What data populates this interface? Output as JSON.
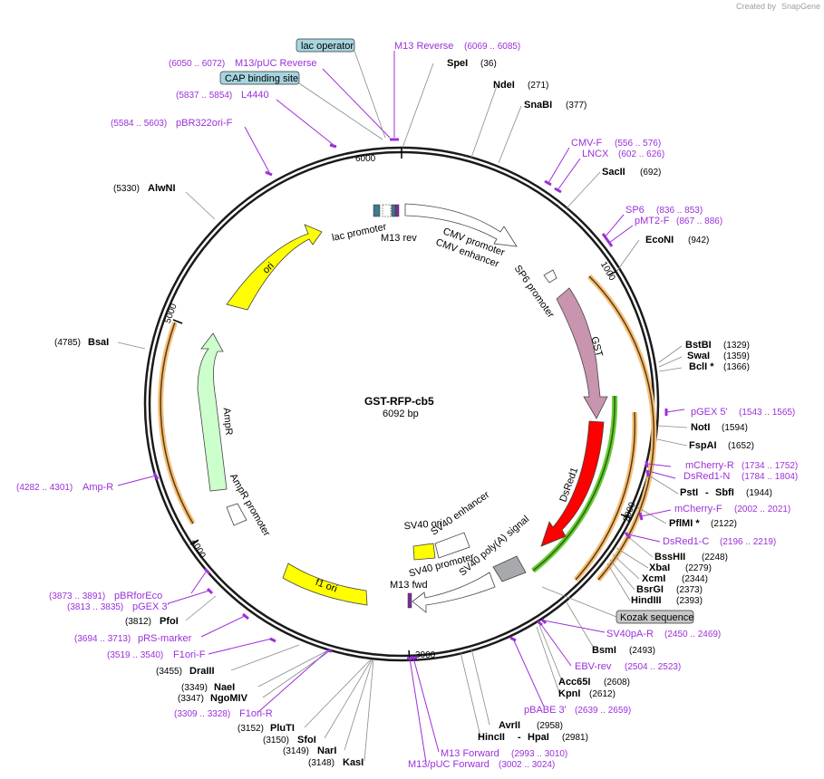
{
  "header": {
    "credit_prefix": "Created by",
    "credit_brand": "SnapGene"
  },
  "plasmid": {
    "name": "GST-RFP-cb5",
    "length": "6092 bp"
  },
  "ticks": [
    "1000",
    "2000",
    "3000",
    "4000",
    "5000",
    "6000"
  ],
  "features": {
    "ori": "ori",
    "ampr": "AmpR",
    "ampr_promoter": "AmpR promoter",
    "f1_ori": "f1 ori",
    "gst": "GST",
    "dsred1": "DsRed1",
    "lac_promoter": "lac promoter",
    "m13_rev": "M13 rev",
    "cmv_promoter": "CMV promoter",
    "cmv_enhancer": "CMV enhancer",
    "sp6_promoter": "SP6 promoter",
    "sv40_ori": "SV40 ori",
    "sv40_enhancer": "SV40 enhancer",
    "sv40_promoter": "SV40 promoter",
    "sv40_polya": "SV40 poly(A) signal",
    "m13_fwd": "M13 fwd"
  },
  "boxes": {
    "lac_operator": "lac operator",
    "cap_site": "CAP binding site",
    "kozak": "Kozak sequence"
  },
  "colors": {
    "backbone": "#1a1a1a",
    "primer": "#9b30d9",
    "ori": "#ffff00",
    "ampr": "#ccffcc",
    "gst": "#c994b0",
    "dsred": "#ff0000",
    "orf": "#f5c07a",
    "green_orf": "#66cc33",
    "lac_box": "#a6d4df",
    "kozak_box": "#c8c8c8"
  },
  "sites": {
    "spei": {
      "name": "SpeI",
      "pos": "(36)"
    },
    "ndei": {
      "name": "NdeI",
      "pos": "(271)"
    },
    "snabi": {
      "name": "SnaBI",
      "pos": "(377)"
    },
    "sacii": {
      "name": "SacII",
      "pos": "(692)"
    },
    "econi": {
      "name": "EcoNI",
      "pos": "(942)"
    },
    "bstbi": {
      "name": "BstBI",
      "pos": "(1329)"
    },
    "swai": {
      "name": "SwaI",
      "pos": "(1359)"
    },
    "bcli": {
      "name": "BclI *",
      "pos": "(1366)"
    },
    "noti": {
      "name": "NotI",
      "pos": "(1594)"
    },
    "fspai": {
      "name": "FspAI",
      "pos": "(1652)"
    },
    "psti": {
      "name": "PstI",
      "name2": "SbfI",
      "pos": "(1944)"
    },
    "pflmi": {
      "name": "PflMI *",
      "pos": "(2122)"
    },
    "bsshii": {
      "name": "BssHII",
      "pos": "(2248)"
    },
    "xbai": {
      "name": "XbaI",
      "pos": "(2279)"
    },
    "xcmi": {
      "name": "XcmI",
      "pos": "(2344)"
    },
    "bsrgi": {
      "name": "BsrGI",
      "pos": "(2373)"
    },
    "hindiii": {
      "name": "HindIII",
      "pos": "(2393)"
    },
    "bsmi": {
      "name": "BsmI",
      "pos": "(2493)"
    },
    "acc65i": {
      "name": "Acc65I",
      "pos": "(2608)"
    },
    "kpni": {
      "name": "KpnI",
      "pos": "(2612)"
    },
    "avrii": {
      "name": "AvrII",
      "pos": "(2958)"
    },
    "hincii": {
      "name": "HincII",
      "name2": "HpaI",
      "pos": "(2981)"
    },
    "kasi": {
      "name": "KasI",
      "pos": "(3148)"
    },
    "nari": {
      "name": "NarI",
      "pos": "(3149)"
    },
    "sfoi": {
      "name": "SfoI",
      "pos": "(3150)"
    },
    "pluti": {
      "name": "PluTI",
      "pos": "(3152)"
    },
    "ngomiv": {
      "name": "NgoMIV",
      "pos": "(3347)"
    },
    "naei": {
      "name": "NaeI",
      "pos": "(3349)"
    },
    "draiii": {
      "name": "DraIII",
      "pos": "(3455)"
    },
    "pfoi": {
      "name": "PfoI",
      "pos": "(3812)"
    },
    "bsai": {
      "name": "BsaI",
      "pos": "(4785)"
    },
    "alwni": {
      "name": "AlwNI",
      "pos": "(5330)"
    }
  },
  "primers": {
    "m13_reverse": {
      "name": "M13 Reverse",
      "pos": "(6069 .. 6085)"
    },
    "m13puc_reverse": {
      "name": "M13/pUC Reverse",
      "pos": "(6050 .. 6072)"
    },
    "l4440": {
      "name": "L4440",
      "pos": "(5837 .. 5854)"
    },
    "pbr322ori": {
      "name": "pBR322ori-F",
      "pos": "(5584 .. 5603)"
    },
    "cmvf": {
      "name": "CMV-F",
      "pos": "(556 .. 576)"
    },
    "lncx": {
      "name": "LNCX",
      "pos": "(602 .. 626)"
    },
    "sp6": {
      "name": "SP6",
      "pos": "(836 .. 853)"
    },
    "pmt2f": {
      "name": "pMT2-F",
      "pos": "(867 .. 886)"
    },
    "pgex5": {
      "name": "pGEX 5'",
      "pos": "(1543 .. 1565)"
    },
    "mcherryr": {
      "name": "mCherry-R",
      "pos": "(1734 .. 1752)"
    },
    "dsred1n": {
      "name": "DsRed1-N",
      "pos": "(1784 .. 1804)"
    },
    "mcherryf": {
      "name": "mCherry-F",
      "pos": "(2002 .. 2021)"
    },
    "dsred1c": {
      "name": "DsRed1-C",
      "pos": "(2196 .. 2219)"
    },
    "sv40par": {
      "name": "SV40pA-R",
      "pos": "(2450 .. 2469)"
    },
    "ebvrev": {
      "name": "EBV-rev",
      "pos": "(2504 .. 2523)"
    },
    "pbabe3": {
      "name": "pBABE 3'",
      "pos": "(2639 .. 2659)"
    },
    "m13forward": {
      "name": "M13 Forward",
      "pos": "(2993 .. 3010)"
    },
    "m13pucforward": {
      "name": "M13/pUC Forward",
      "pos": "(3002 .. 3024)"
    },
    "f1orir": {
      "name": "F1ori-R",
      "pos": "(3309 .. 3328)"
    },
    "f1orif": {
      "name": "F1ori-F",
      "pos": "(3519 .. 3540)"
    },
    "prsmarker": {
      "name": "pRS-marker",
      "pos": "(3694 .. 3713)"
    },
    "pgex3": {
      "name": "pGEX 3'",
      "pos": "(3813 .. 3835)"
    },
    "pbrforeco": {
      "name": "pBRforEco",
      "pos": "(3873 .. 3891)"
    },
    "ampr_primer": {
      "name": "Amp-R",
      "pos": "(4282 .. 4301)"
    }
  }
}
